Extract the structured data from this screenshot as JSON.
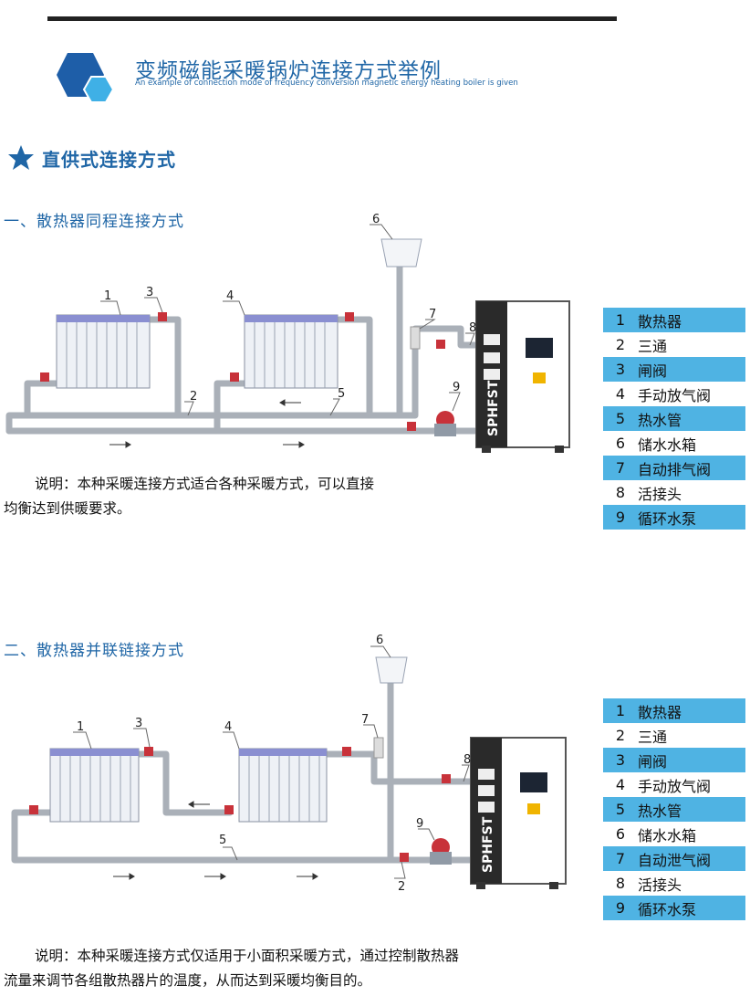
{
  "header": {
    "title_cn": "变频磁能采暖锅炉连接方式举例",
    "title_en": "An example of connection mode of frequency conversion magnetic energy heating boiler is given"
  },
  "section": {
    "title": "直供式连接方式"
  },
  "diagram1": {
    "subtitle": "一、散热器同程连接方式",
    "note_line1": "说明：本种采暖连接方式适合各种采暖方式，可以直接",
    "note_line2": "均衡达到供暖要求。",
    "callouts": [
      "1",
      "2",
      "3",
      "4",
      "5",
      "6",
      "7",
      "8",
      "9"
    ],
    "boiler_brand": "SPHFST",
    "legend": [
      {
        "num": "1",
        "label": "散热器"
      },
      {
        "num": "2",
        "label": "三通"
      },
      {
        "num": "3",
        "label": "闸阀"
      },
      {
        "num": "4",
        "label": "手动放气阀"
      },
      {
        "num": "5",
        "label": "热水管"
      },
      {
        "num": "6",
        "label": "储水水箱"
      },
      {
        "num": "7",
        "label": "自动排气阀"
      },
      {
        "num": "8",
        "label": "活接头"
      },
      {
        "num": "9",
        "label": "循环水泵"
      }
    ]
  },
  "diagram2": {
    "subtitle": "二、散热器并联链接方式",
    "note_line1": "说明：本种采暖连接方式仅适用于小面积采暖方式，通过控制散热器",
    "note_line2": "流量来调节各组散热器片的温度，从而达到采暖均衡目的。",
    "callouts": [
      "1",
      "2",
      "3",
      "4",
      "5",
      "6",
      "7",
      "8",
      "9"
    ],
    "boiler_brand": "SPHFST",
    "legend": [
      {
        "num": "1",
        "label": "散热器"
      },
      {
        "num": "2",
        "label": "三通"
      },
      {
        "num": "3",
        "label": "闸阀"
      },
      {
        "num": "4",
        "label": "手动放气阀"
      },
      {
        "num": "5",
        "label": "热水管"
      },
      {
        "num": "6",
        "label": "储水水箱"
      },
      {
        "num": "7",
        "label": "自动泄气阀"
      },
      {
        "num": "8",
        "label": "活接头"
      },
      {
        "num": "9",
        "label": "循环水泵"
      }
    ]
  },
  "colors": {
    "accent": "#1f66a6",
    "legend_highlight": "#4fb3e3",
    "hex_dark": "#1e5ea8",
    "hex_light": "#3fb0e6"
  }
}
